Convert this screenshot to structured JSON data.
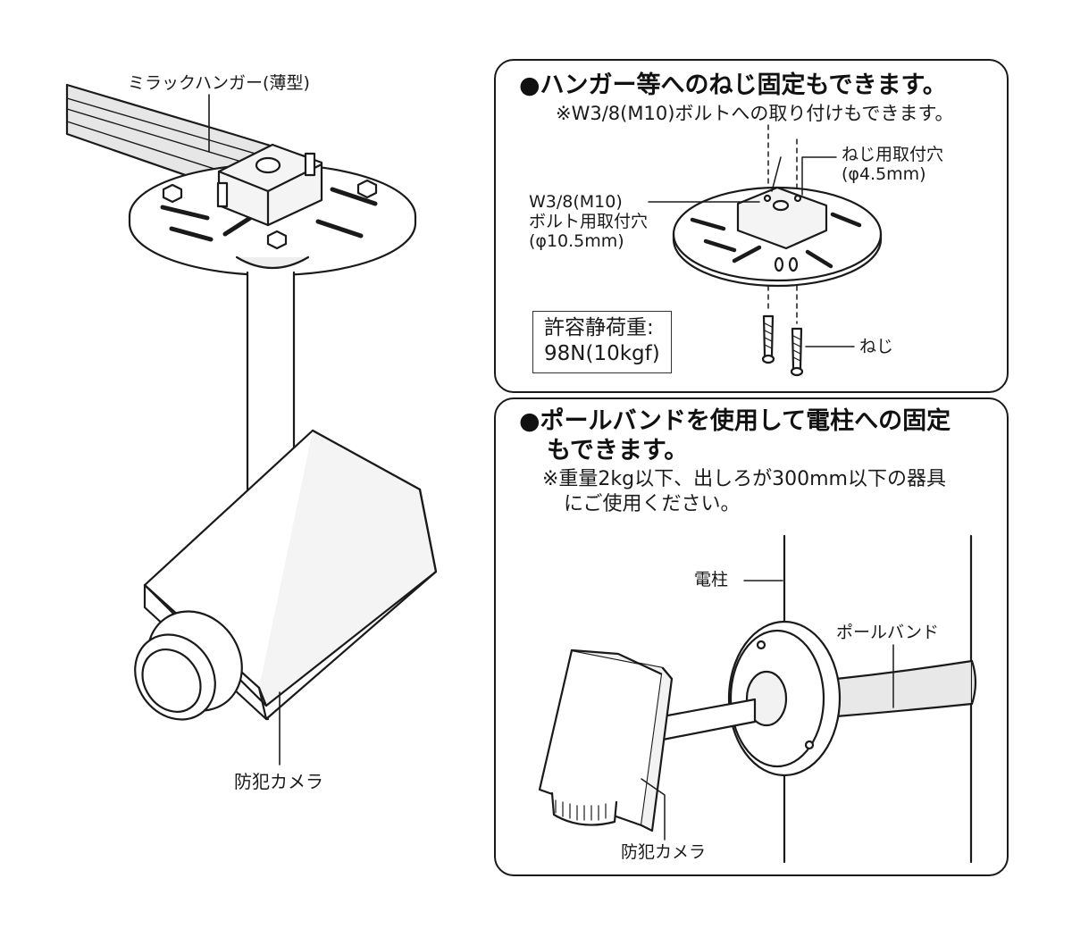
{
  "left_illustration": {
    "hanger_label": "ミラックハンガー(薄型)",
    "camera_label": "防犯カメラ"
  },
  "panel_top": {
    "heading": "●ハンガー等へのねじ固定もできます。",
    "note": "※W3/8(M10)ボルトへの取り付けもできます。",
    "screw_hole_label": [
      "ねじ用取付穴",
      "(φ4.5mm)"
    ],
    "bolt_hole_label": [
      "W3/8(M10)",
      "ボルト用取付穴",
      "(φ10.5mm)"
    ],
    "screw_label": "ねじ",
    "load_box": [
      "許容静荷重:",
      "98N(10kgf)"
    ]
  },
  "panel_bottom": {
    "heading": [
      "●ポールバンドを使用して電柱への固定",
      "もできます。"
    ],
    "note": [
      "※重量2kg以下、出しろが300mm以下の器具",
      "にご使用ください。"
    ],
    "pole_label": "電柱",
    "band_label": "ポールバンド",
    "camera_label": "防犯カメラ"
  }
}
